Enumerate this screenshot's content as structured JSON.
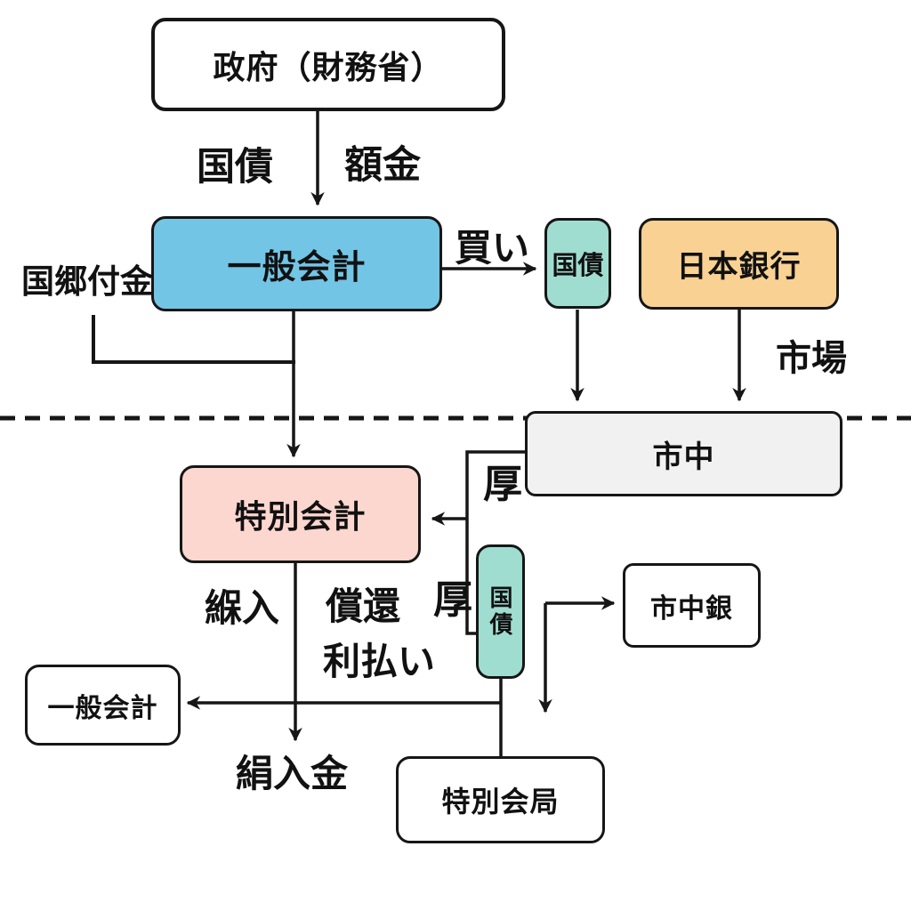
{
  "diagram": {
    "title": "government-bond-flow-diagram",
    "nodes": {
      "government": {
        "label": "政府（財務省）",
        "fill": "#ffffff"
      },
      "general_account": {
        "label": "一般会計",
        "fill": "#73c5e6"
      },
      "jgb_top": {
        "label": "国債",
        "fill": "#a0ddd1"
      },
      "bank_of_japan": {
        "label": "日本銀行",
        "fill": "#f9d193"
      },
      "market": {
        "label": "市中",
        "fill": "#f1f1f1"
      },
      "special_account": {
        "label": "特別会計",
        "fill": "#fcd7cf"
      },
      "jgb_vertical": {
        "label": "国債",
        "fill": "#a0ddd1"
      },
      "city_bank": {
        "label": "市中銀",
        "fill": "#ffffff"
      },
      "general_account_2": {
        "label": "一般会計",
        "fill": "#ffffff"
      },
      "special_bureau": {
        "label": "特別会局",
        "fill": "#ffffff"
      }
    },
    "edge_labels": {
      "kokusai": "国債",
      "gakukin": "額金",
      "kokko_fukin": "国郷付金",
      "kai": "買い",
      "shijo": "市場",
      "atsu_upper": "厚",
      "atsu_lower": "厚",
      "kuriire": "緥入",
      "shokan": "償還",
      "riharai": "利払い",
      "kuriirekin": "絹入金"
    },
    "colors": {
      "line": "#161616",
      "blue_box": "#73c5e6",
      "teal_box": "#a0ddd1",
      "orange_box": "#f9d193",
      "pink_box": "#fcd7cf",
      "gray_box": "#f1f1f1",
      "background": "#ffffff"
    }
  }
}
